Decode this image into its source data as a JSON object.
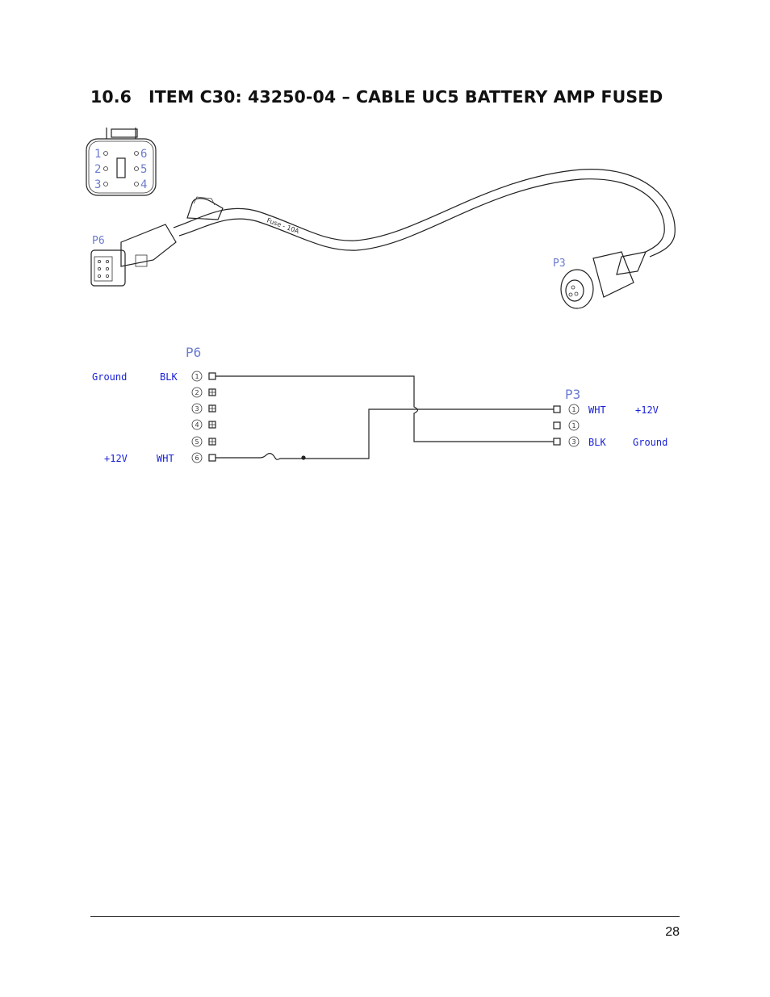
{
  "heading": {
    "number": "10.6",
    "title": "ITEM C30:  43250-04 – CABLE UC5 BATTERY AMP FUSED"
  },
  "pinout": {
    "pins_left": [
      "1",
      "2",
      "3"
    ],
    "pins_right": [
      "6",
      "5",
      "4"
    ]
  },
  "illustration": {
    "p6_label": "P6",
    "p3_label": "P3",
    "fuse_label": "Fuse - 10A"
  },
  "schematic": {
    "p6": {
      "label": "P6",
      "pins": [
        {
          "num": "1",
          "signal": "Ground",
          "wire": "BLK",
          "connected": true
        },
        {
          "num": "2",
          "signal": "",
          "wire": "",
          "connected": false
        },
        {
          "num": "3",
          "signal": "",
          "wire": "",
          "connected": false
        },
        {
          "num": "4",
          "signal": "",
          "wire": "",
          "connected": false
        },
        {
          "num": "5",
          "signal": "",
          "wire": "",
          "connected": false
        },
        {
          "num": "6",
          "signal": "+12V",
          "wire": "WHT",
          "connected": true
        }
      ]
    },
    "p3": {
      "label": "P3",
      "pins": [
        {
          "num": "1",
          "wire": "WHT",
          "signal": "+12V"
        },
        {
          "num": "1",
          "wire": "",
          "signal": ""
        },
        {
          "num": "3",
          "wire": "BLK",
          "signal": "Ground"
        }
      ]
    }
  },
  "footer": {
    "page_number": "28"
  },
  "colors": {
    "label_blue": "#1a22d6",
    "light_blue": "#6b7bd0",
    "ink": "#222222"
  }
}
